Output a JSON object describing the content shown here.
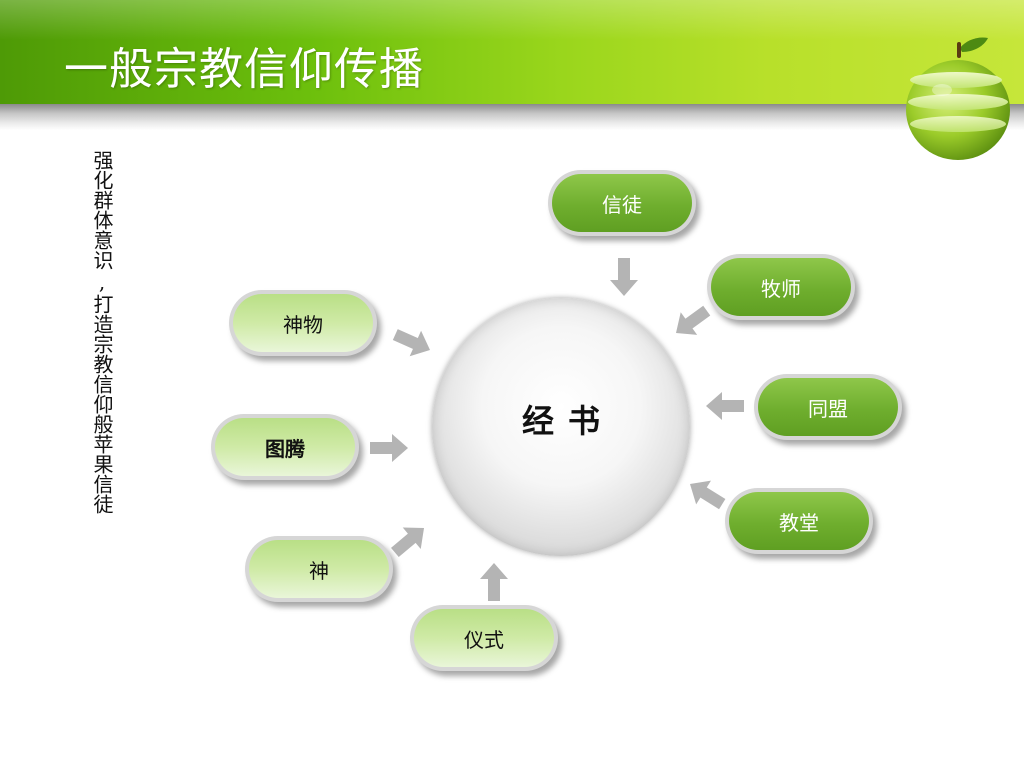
{
  "slide": {
    "title": "一般宗教信仰传播",
    "side_text": "强化群体意识,打造宗教信仰般苹果信徒"
  },
  "diagram": {
    "center": {
      "label": "经书"
    },
    "nodes": [
      {
        "id": "xintu",
        "label": "信徒",
        "style": "dark"
      },
      {
        "id": "mushi",
        "label": "牧师",
        "style": "dark"
      },
      {
        "id": "tongmeng",
        "label": "同盟",
        "style": "dark"
      },
      {
        "id": "jiaotang",
        "label": "教堂",
        "style": "dark"
      },
      {
        "id": "yishi",
        "label": "仪式",
        "style": "light"
      },
      {
        "id": "shen",
        "label": "神",
        "style": "light"
      },
      {
        "id": "tuteng",
        "label": "图腾",
        "style": "light"
      },
      {
        "id": "shenwu",
        "label": "神物",
        "style": "light"
      }
    ]
  },
  "colors": {
    "header_dark": "#4e9a06",
    "header_light": "#c6e63a",
    "node_dark": "#6fae2e",
    "node_light": "#cfeaa6",
    "arrow": "#b4b4b4"
  },
  "icons": {
    "apple": "green-apple-icon",
    "arrow": "arrow-icon"
  }
}
